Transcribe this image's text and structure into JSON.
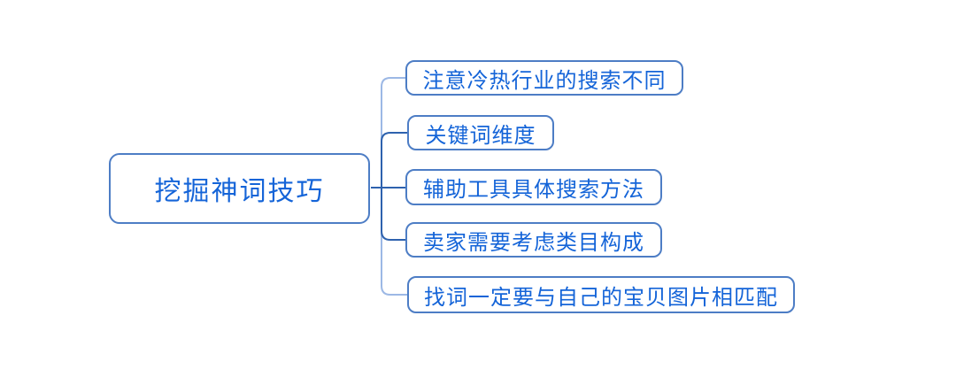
{
  "diagram": {
    "type": "mindmap",
    "background_color": "#ffffff",
    "colors": {
      "topic_text": "#1464d8",
      "topic_border": "#4d7dc5",
      "connector_dark": "#2e62ae",
      "connector_light": "#9cb8e5"
    },
    "root": {
      "label": "挖掘神词技巧"
    },
    "children": [
      {
        "label": "注意冷热行业的搜索不同"
      },
      {
        "label": "关键词维度"
      },
      {
        "label": "辅助工具具体搜索方法"
      },
      {
        "label": "卖家需要考虑类目构成"
      },
      {
        "label": "找词一定要与自己的宝贝图片相匹配"
      }
    ]
  }
}
